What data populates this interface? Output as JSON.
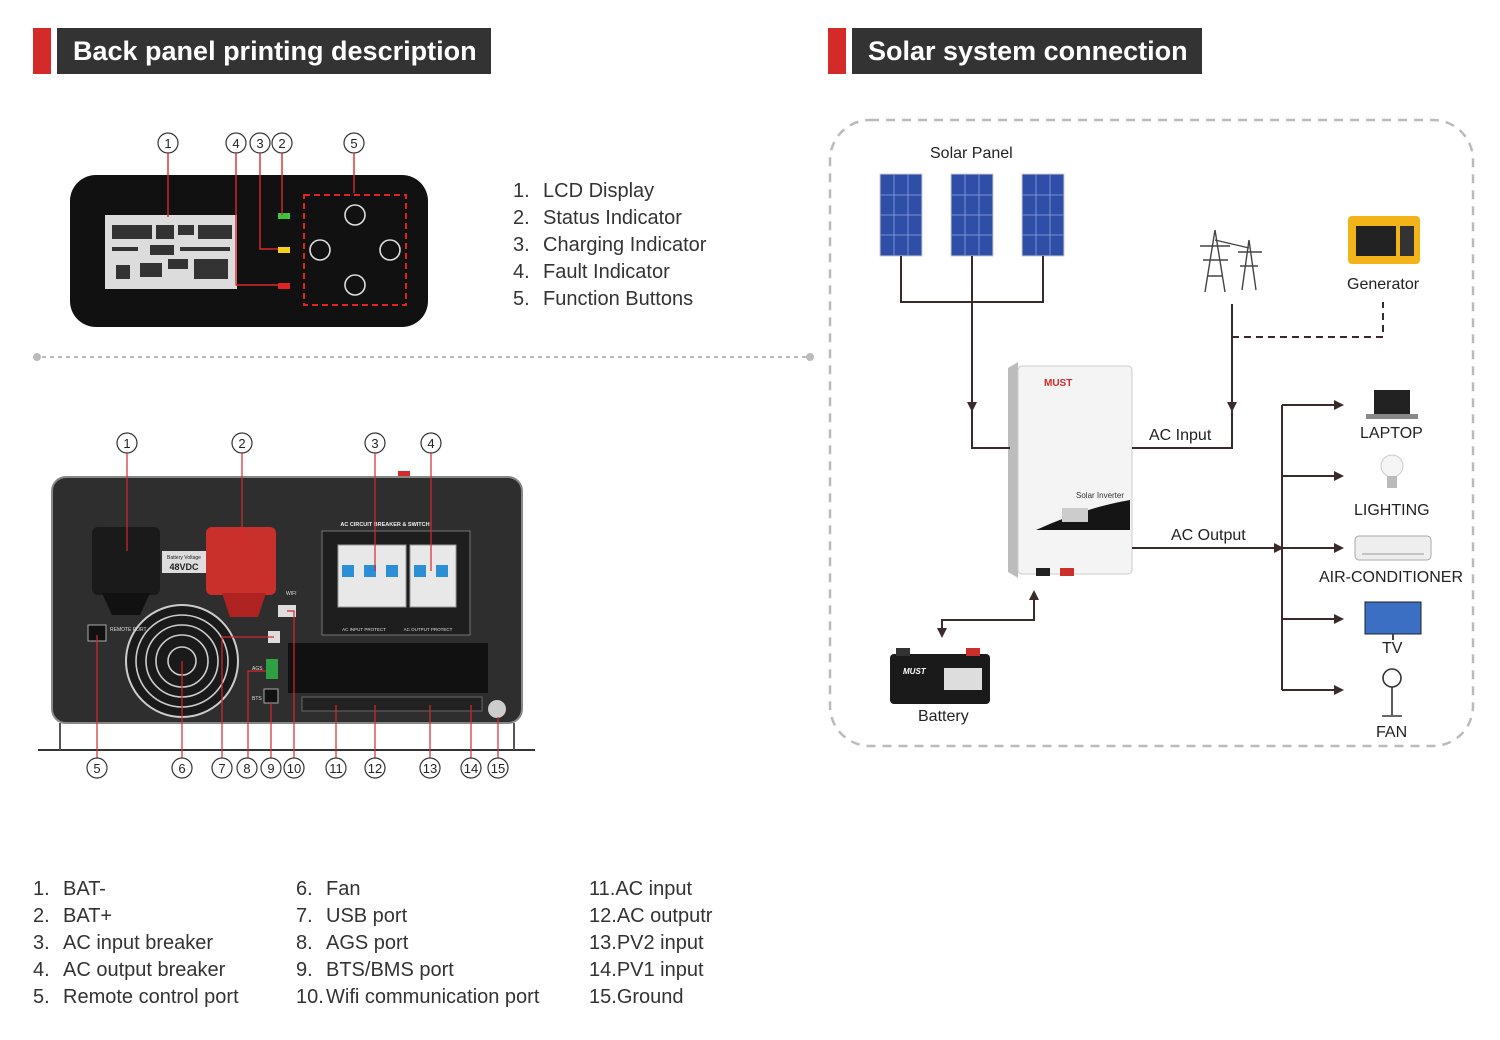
{
  "headers": {
    "left": "Back panel printing description",
    "right": "Solar system connection"
  },
  "front_panel": {
    "callouts": [
      "1",
      "4",
      "3",
      "2",
      "5"
    ],
    "legend": [
      {
        "num": "1.",
        "text": "LCD Display"
      },
      {
        "num": "2.",
        "text": "Status Indicator"
      },
      {
        "num": "3.",
        "text": "Charging Indicator"
      },
      {
        "num": "4.",
        "text": "Fault Indicator"
      },
      {
        "num": "5.",
        "text": "Function Buttons"
      }
    ]
  },
  "back_panel": {
    "top_callouts": [
      "1",
      "2",
      "3",
      "4"
    ],
    "bottom_callouts": [
      "5",
      "6",
      "7",
      "8",
      "9",
      "10",
      "11",
      "12",
      "13",
      "14",
      "15"
    ],
    "printed": {
      "breaker_title": "AC CIRCUIT BREAKER & SWITCH",
      "battery_voltage": "Battery Voltage",
      "voltage_value": "48VDC",
      "wifi": "WIFI",
      "remote_port": "REMOTE PORT",
      "ags": "AGS",
      "bts": "BTS",
      "ac_input_protect": "AC INPUT PROTECT",
      "ac_output_protect": "AC OUTPUT PROTECT"
    },
    "legend_col1": [
      {
        "num": "1.",
        "text": "BAT-"
      },
      {
        "num": "2.",
        "text": "BAT+"
      },
      {
        "num": "3.",
        "text": "AC input breaker"
      },
      {
        "num": "4.",
        "text": "AC output breaker"
      },
      {
        "num": "5.",
        "text": "Remote control port"
      }
    ],
    "legend_col2": [
      {
        "num": "6.",
        "text": "Fan"
      },
      {
        "num": "7.",
        "text": "USB port"
      },
      {
        "num": "8.",
        "text": "AGS port"
      },
      {
        "num": "9.",
        "text": "BTS/BMS port"
      },
      {
        "num": "10.",
        "text": "Wifi communication port"
      }
    ],
    "legend_col3": [
      {
        "num": "11.",
        "text": "AC input"
      },
      {
        "num": "12.",
        "text": "AC outputr"
      },
      {
        "num": "13.",
        "text": "PV2 input"
      },
      {
        "num": "14.",
        "text": "PV1 input"
      },
      {
        "num": "15.",
        "text": "Ground"
      }
    ]
  },
  "system": {
    "solar_panel": "Solar Panel",
    "generator": "Generator",
    "ac_input": "AC Input",
    "ac_output": "AC Output",
    "battery": "Battery",
    "inverter_brand": "MUST",
    "inverter_label": "Solar Inverter",
    "battery_brand": "MUST",
    "loads": [
      "LAPTOP",
      "LIGHTING",
      "AIR-CONDITIONER",
      "TV",
      "FAN"
    ]
  },
  "colors": {
    "accent": "#d42a2a",
    "header_bg": "#333333",
    "line": "#3a2a2a"
  }
}
